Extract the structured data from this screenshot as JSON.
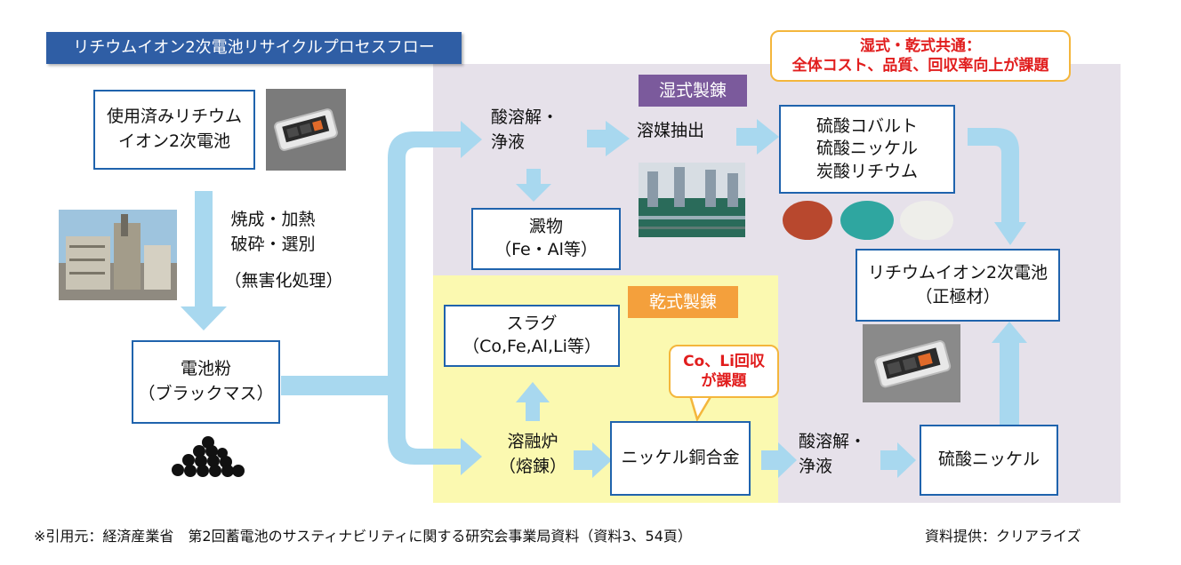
{
  "title": "リチウムイオン2次電池リサイクルプロセスフロー",
  "callout_top": {
    "line1": "湿式・乾式共通：",
    "line2": "全体コスト、品質、回収率向上が課題"
  },
  "callout_co": {
    "line1": "Co、Li回収",
    "line2": "が課題"
  },
  "labels": {
    "wet": "湿式製錬",
    "dry": "乾式製錬"
  },
  "boxes": {
    "used_battery": {
      "line1": "使用済みリチウム",
      "line2": "イオン2次電池"
    },
    "battery_powder": {
      "line1": "電池粉",
      "line2": "（ブラックマス）"
    },
    "precipitate": {
      "line1": "澱物",
      "line2": "（Fe・Al等）"
    },
    "sulfates": {
      "line1": "硫酸コバルト",
      "line2": "硫酸ニッケル",
      "line3": "炭酸リチウム"
    },
    "li_battery": {
      "line1": "リチウムイオン2次電池",
      "line2": "（正極材）"
    },
    "slag": {
      "line1": "スラグ",
      "line2": "（Co,Fe,Al,Li等）"
    },
    "alloy": {
      "line1": "ニッケル銅合金"
    },
    "ni_sulfate": {
      "line1": "硫酸ニッケル"
    }
  },
  "steps": {
    "roast": {
      "line1": "焼成・加熱",
      "line2": "破砕・選別",
      "line3": "（無害化処理）"
    },
    "acid1": {
      "line1": "酸溶解・",
      "line2": "浄液"
    },
    "solvent": {
      "line1": "溶媒抽出"
    },
    "furnace": {
      "line1": "溶融炉",
      "line2": "（熔錬）"
    },
    "acid2": {
      "line1": "酸溶解・",
      "line2": "浄液"
    }
  },
  "footer": {
    "source": "※引用元：経済産業省　第2回蓄電池のサスティナビリティに関する研究会事業局資料（資料3、54頁）",
    "credit": "資料提供：クリアライズ"
  },
  "colors": {
    "arrow": "#a8d8ef",
    "box_border": "#1f63ad",
    "title_bg": "#2f5ea5",
    "wet_bg": "#e6e1ea",
    "dry_bg": "#fbf9b0",
    "wet_label": "#7b5a9c",
    "dry_label": "#f4a03c",
    "callout_border": "#f4b63c",
    "callout_text": "#e11d1d"
  }
}
